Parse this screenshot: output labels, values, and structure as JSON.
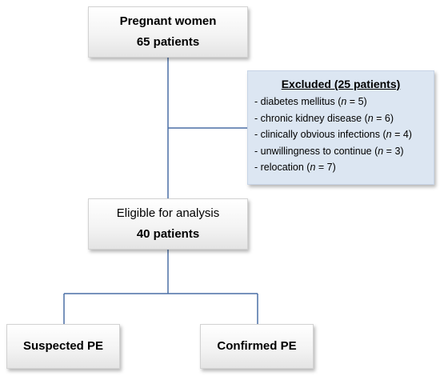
{
  "boxes": {
    "pregnant": {
      "line1": "Pregnant women",
      "line2": "65 patients"
    },
    "excluded": {
      "title": "Excluded (25 patients)",
      "items": [
        {
          "prefix": "- diabetes mellitus (",
          "n_symbol": "n",
          "suffix": " = 5)"
        },
        {
          "prefix": "- chronic kidney disease (",
          "n_symbol": "n",
          "suffix": " = 6)"
        },
        {
          "prefix": "- clinically obvious infections (",
          "n_symbol": "n",
          "suffix": " = 4)"
        },
        {
          "prefix": "- unwillingness to continue (",
          "n_symbol": "n",
          "suffix": " = 3)"
        },
        {
          "prefix": "- relocation (",
          "n_symbol": "n",
          "suffix": " = 7)"
        }
      ]
    },
    "eligible": {
      "line1": "Eligible for analysis",
      "line2": "40 patients"
    },
    "suspected": {
      "label": "Suspected PE"
    },
    "confirmed": {
      "label": "Confirmed PE"
    }
  },
  "colors": {
    "connector": "#4A6FA5",
    "excluded_fill": "#DCE6F2",
    "box_fill": "#F4F4F4"
  }
}
